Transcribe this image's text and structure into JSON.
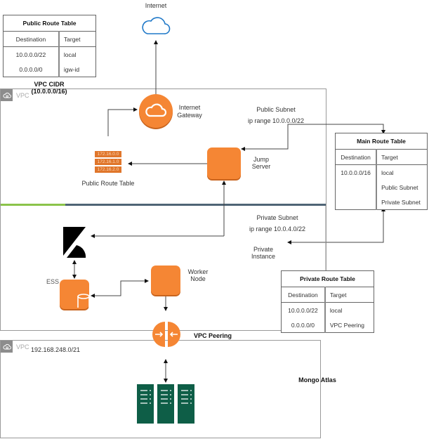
{
  "internet": {
    "label": "Internet"
  },
  "vpc_main": {
    "tag": "VPC",
    "cidr_title": "VPC CIDR",
    "cidr_value": "(10.0.0.0/16)"
  },
  "internet_gateway": {
    "label_line1": "Internet",
    "label_line2": "Gateway"
  },
  "public_subnet": {
    "title": "Public Subnet",
    "ip_range": "ip range 10.0.0.0/22"
  },
  "private_subnet": {
    "title": "Private Subnet",
    "ip_range": "ip range 10.0.4.0/22"
  },
  "jump_server": {
    "label_line1": "Jump",
    "label_line2": "Server"
  },
  "route_table_icon": {
    "entries": [
      "172.16.0.0",
      "172.16.1.0",
      "172.16.2.0"
    ],
    "label": "Public Route Table"
  },
  "private_instance": {
    "label_line1": "Private",
    "label_line2": "Instance"
  },
  "ess": {
    "label": "ESS"
  },
  "worker_node": {
    "label_line1": "Worker",
    "label_line2": "Node"
  },
  "vpc_peering": {
    "label": "VPC Peering"
  },
  "vpc_peer": {
    "tag": "VPC",
    "cidr": "192.168.248.0/21"
  },
  "mongo_atlas": {
    "label": "Mongo Atlas"
  },
  "public_route_table": {
    "title": "Public Route Table",
    "headers": [
      "Destination",
      "Target"
    ],
    "rows": [
      [
        "10.0.0.0/22",
        "local"
      ],
      [
        "0.0.0.0/0",
        "igw-id"
      ]
    ]
  },
  "main_route_table": {
    "title": "Main Route Table",
    "headers": [
      "Destination",
      "Target"
    ],
    "rows": [
      [
        "10.0.0.0/16",
        "local"
      ],
      [
        "",
        "Public Subnet"
      ],
      [
        "",
        "Private Subnet"
      ]
    ]
  },
  "private_route_table": {
    "title": "Private Route Table",
    "headers": [
      "Destination",
      "Target"
    ],
    "rows": [
      [
        "10.0.0.0/22",
        "local"
      ],
      [
        "0.0.0.0/0",
        "VPC  Peering"
      ]
    ]
  },
  "colors": {
    "aws_orange": "#f58634",
    "public_subnet_bar": "#8bc34a",
    "private_subnet_bar": "#4f6475",
    "server_green": "#0e5e47",
    "cloud_blue": "#1f78c8"
  }
}
